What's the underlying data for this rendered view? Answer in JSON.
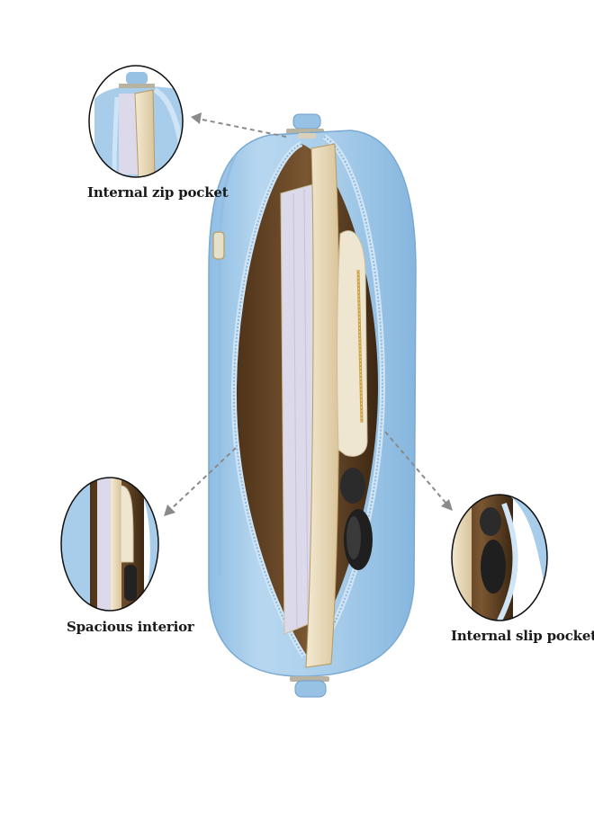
{
  "callouts": {
    "zip_pocket": "Internal zip pocket",
    "spacious": "Spacious interior",
    "slip_pocket": "Internal slip pocket"
  },
  "colors": {
    "bag_blue": "#a9cdea",
    "bag_blue_dark": "#7fb0d8",
    "bag_blue_light": "#cfe4f5",
    "lining": "#6b4a2c",
    "book_pages": "#e9dcc0",
    "notebook": "#d9d7e8",
    "pouch_cream": "#efe6d2",
    "zipper_gold": "#c9a24a",
    "arrow": "#8a8a8a",
    "circle_outline": "#111111"
  },
  "icons": [
    "bag-illustration",
    "zip-pocket-detail",
    "spacious-interior-detail",
    "slip-pocket-detail",
    "pointer-arrow"
  ]
}
